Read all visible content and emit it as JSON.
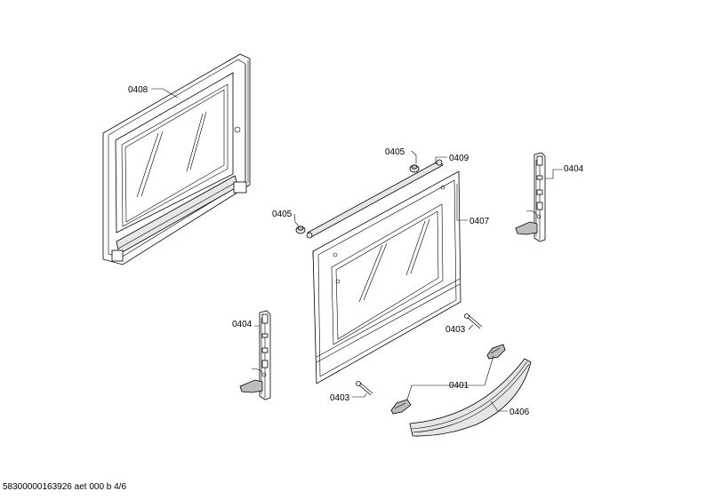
{
  "labels": {
    "door_outer": "0408",
    "pin_top": "0405",
    "pin_left": "0405",
    "seal": "0409",
    "door_inner": "0407",
    "hinge_right": "0404",
    "hinge_left": "0404",
    "screw_right": "0403",
    "screw_left": "0403",
    "handle_mount": "0401",
    "handle": "0406"
  },
  "footer": {
    "doc_id": "58300000163926 aet 000 b 4/6"
  }
}
